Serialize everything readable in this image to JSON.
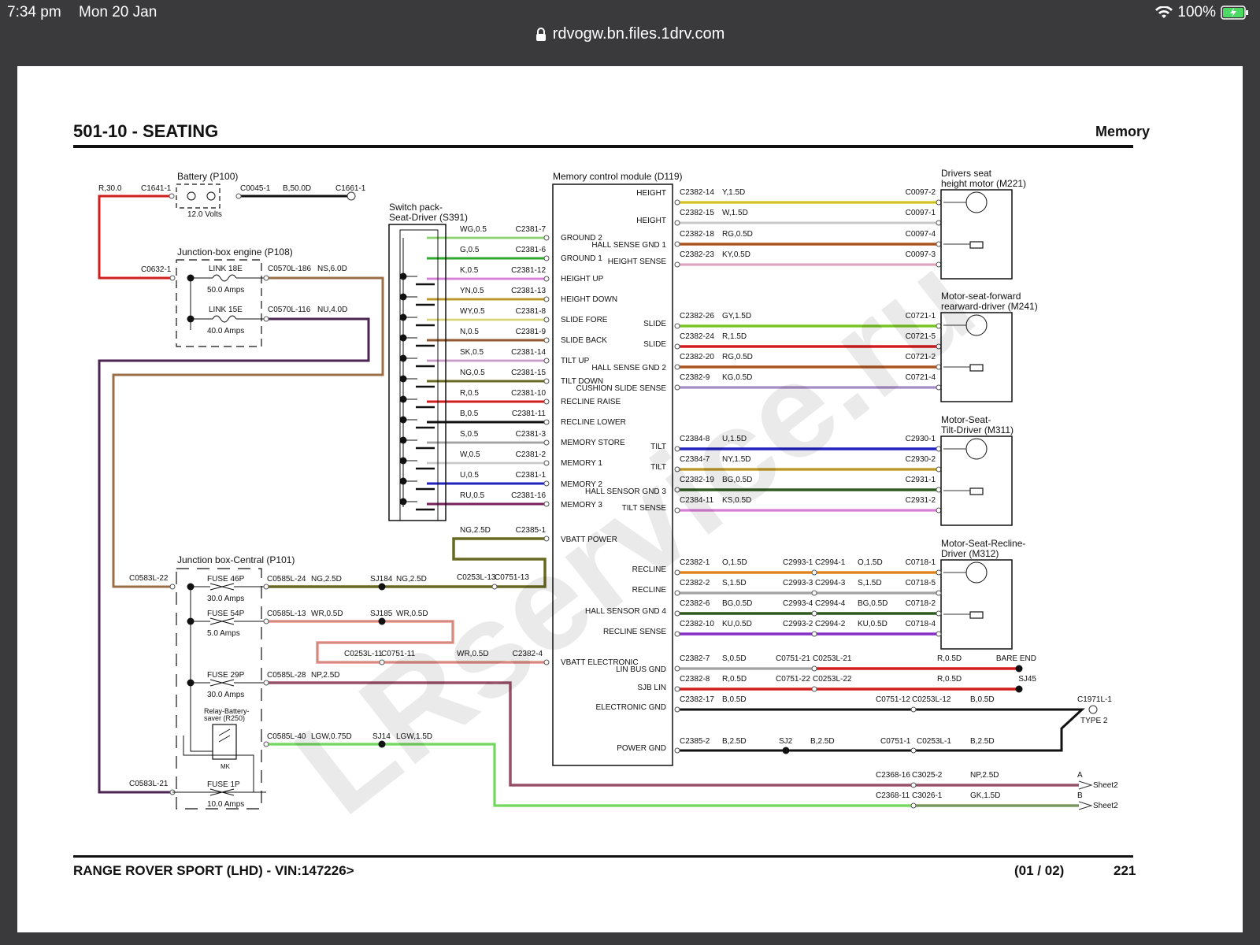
{
  "status": {
    "time": "7:34 pm",
    "date": "Mon 20 Jan",
    "battery": "100%",
    "icons": [
      "wifi-icon",
      "battery-charging-icon"
    ]
  },
  "browser": {
    "url": "rdvogw.bn.files.1drv.com",
    "icon": "lock-icon"
  },
  "doc": {
    "title": "501-10 - SEATING",
    "section": "Memory",
    "footer_left": "RANGE ROVER SPORT  (LHD) - VIN:147226>",
    "footer_pages": "(01 / 02)",
    "footer_num": "221",
    "watermark": "LRservice.ru"
  },
  "battery": {
    "title": "Battery (P100)",
    "volts": "12.0 Volts",
    "left_wire": "R,30.0",
    "left_conn": "C1641-1",
    "conn2": "C0045-1",
    "wire2": "B,50.0D",
    "conn3": "C1661-1"
  },
  "jbe": {
    "title": "Junction-box engine (P108)",
    "in_conn": "C0632-1",
    "links": [
      {
        "name": "LINK 18E",
        "amps": "50.0 Amps",
        "conn": "C0570L-186",
        "wire": "NS,6.0D"
      },
      {
        "name": "LINK 15E",
        "amps": "40.0 Amps",
        "conn": "C0570L-116",
        "wire": "NU,4.0D"
      }
    ]
  },
  "switchpack": {
    "title1": "Switch pack-",
    "title2": "Seat-Driver (S391)",
    "wires": [
      {
        "wire": "WG,0.5",
        "conn": "C2381-7",
        "color": "#9be37c"
      },
      {
        "wire": "G,0.5",
        "conn": "C2381-6",
        "color": "#2ab52a"
      },
      {
        "wire": "K,0.5",
        "conn": "C2381-12",
        "color": "#e98be9"
      },
      {
        "wire": "YN,0.5",
        "conn": "C2381-13",
        "color": "#c9a32a"
      },
      {
        "wire": "WY,0.5",
        "conn": "C2381-8",
        "color": "#e9e98a"
      },
      {
        "wire": "N,0.5",
        "conn": "C2381-9",
        "color": "#9a5a2a"
      },
      {
        "wire": "SK,0.5",
        "conn": "C2381-14",
        "color": "#d9a9d9"
      },
      {
        "wire": "NG,0.5",
        "conn": "C2381-15",
        "color": "#6b6b1e"
      },
      {
        "wire": "R,0.5",
        "conn": "C2381-10",
        "color": "#e01818"
      },
      {
        "wire": "B,0.5",
        "conn": "C2381-11",
        "color": "#111111"
      },
      {
        "wire": "S,0.5",
        "conn": "C2381-3",
        "color": "#b0b0b0"
      },
      {
        "wire": "W,0.5",
        "conn": "C2381-2",
        "color": "#dddddd"
      },
      {
        "wire": "U,0.5",
        "conn": "C2381-1",
        "color": "#1c1cc8"
      },
      {
        "wire": "RU,0.5",
        "conn": "C2381-16",
        "color": "#7a1a5a"
      }
    ]
  },
  "mcm": {
    "title": "Memory control module (D119)",
    "left_labels": [
      "GROUND 2",
      "GROUND 1",
      "HEIGHT UP",
      "HEIGHT DOWN",
      "SLIDE FORE",
      "SLIDE BACK",
      "TILT UP",
      "TILT DOWN",
      "RECLINE RAISE",
      "RECLINE LOWER",
      "MEMORY STORE",
      "MEMORY 1",
      "MEMORY 2",
      "MEMORY 3",
      "VBATT POWER",
      "VBATT ELECTRONIC"
    ],
    "right_labels": [
      "HEIGHT",
      "HEIGHT",
      "HALL SENSE GND 1",
      "HEIGHT SENSE",
      "SLIDE",
      "SLIDE",
      "HALL SENSE GND 2",
      "CUSHION SLIDE SENSE",
      "TILT",
      "TILT",
      "HALL SENSOR GND 3",
      "TILT SENSE",
      "RECLINE",
      "RECLINE",
      "HALL SENSOR GND 4",
      "RECLINE SENSE",
      "LIN BUS GND",
      "SJB LIN",
      "ELECTRONIC GND",
      "POWER GND"
    ]
  },
  "motor_wires": [
    {
      "conn": "C2382-14",
      "wire": "Y,1.5D",
      "end": "C0097-2",
      "color": "#e3d32a"
    },
    {
      "conn": "C2382-15",
      "wire": "W,1.5D",
      "end": "C0097-1",
      "color": "#dddddd"
    },
    {
      "conn": "C2382-18",
      "wire": "RG,0.5D",
      "end": "C0097-4",
      "color": "#b5541a"
    },
    {
      "conn": "C2382-23",
      "wire": "KY,0.5D",
      "end": "C0097-3",
      "color": "#f2b5cf"
    },
    {
      "conn": "C2382-26",
      "wire": "GY,1.5D",
      "end": "C0721-1",
      "color": "#7ed321"
    },
    {
      "conn": "C2382-24",
      "wire": "R,1.5D",
      "end": "C0721-5",
      "color": "#e01818"
    },
    {
      "conn": "C2382-20",
      "wire": "RG,0.5D",
      "end": "C0721-2",
      "color": "#b5541a"
    },
    {
      "conn": "C2382-9",
      "wire": "KG,0.5D",
      "end": "C0721-4",
      "color": "#b39ad6"
    },
    {
      "conn": "C2384-8",
      "wire": "U,1.5D",
      "end": "C2930-1",
      "color": "#1c1cc8"
    },
    {
      "conn": "C2384-7",
      "wire": "NY,1.5D",
      "end": "C2930-2",
      "color": "#c9a32a"
    },
    {
      "conn": "C2382-19",
      "wire": "BG,0.5D",
      "end": "C2931-1",
      "color": "#2a5a1a"
    },
    {
      "conn": "C2384-11",
      "wire": "KS,0.5D",
      "end": "C2931-2",
      "color": "#e98be9"
    }
  ],
  "recline_wires": [
    {
      "conn": "C2382-1",
      "wire": "O,1.5D",
      "mid1": "C2993-1",
      "mid2": "C2994-1",
      "wire2": "O,1.5D",
      "end": "C0718-1",
      "color": "#f08a1a"
    },
    {
      "conn": "C2382-2",
      "wire": "S,1.5D",
      "mid1": "C2993-3",
      "mid2": "C2994-3",
      "wire2": "S,1.5D",
      "end": "C0718-5",
      "color": "#b0b0b0"
    },
    {
      "conn": "C2382-6",
      "wire": "BG,0.5D",
      "mid1": "C2993-4",
      "mid2": "C2994-4",
      "wire2": "BG,0.5D",
      "end": "C0718-2",
      "color": "#2a5a1a"
    },
    {
      "conn": "C2382-10",
      "wire": "KU,0.5D",
      "mid1": "C2993-2",
      "mid2": "C2994-2",
      "wire2": "KU,0.5D",
      "end": "C0718-4",
      "color": "#8a2ad6"
    }
  ],
  "lin_wires": [
    {
      "conn": "C2382-7",
      "wire": "S,0.5D",
      "mid1": "C0751-21",
      "mid2": "C0253L-21",
      "wire2": "R,0.5D",
      "end": "BARE END"
    },
    {
      "conn": "C2382-8",
      "wire": "R,0.5D",
      "mid1": "C0751-22",
      "mid2": "C0253L-22",
      "wire2": "R,0.5D",
      "end": "SJ45"
    }
  ],
  "gnd": {
    "egnd": {
      "conn": "C2382-17",
      "wire": "B,0.5D",
      "mid1": "C0751-12",
      "mid2": "C0253L-12",
      "wire2": "B,0.5D",
      "end": "C1971L-1",
      "type": "TYPE 2"
    },
    "pgnd": {
      "conn": "C2385-2",
      "wire": "B,2.5D",
      "sj": "SJ2",
      "wire_b": "B,2.5D",
      "mid1": "C0751-1",
      "mid2": "C0253L-1",
      "wire2": "B,2.5D"
    }
  },
  "motors": [
    {
      "l1": "Drivers seat",
      "l2": "height motor (M221)"
    },
    {
      "l1": "Motor-seat-forward",
      "l2": "rearward-driver (M241)"
    },
    {
      "l1": "Motor-Seat-",
      "l2": "Tilt-Driver (M311)"
    },
    {
      "l1": "Motor-Seat-Recline-",
      "l2": "Driver (M312)"
    }
  ],
  "jbc": {
    "title": "Junction box-Central (P101)",
    "in_conn": "C0583L-22",
    "in_conn2": "C0583L-21",
    "fuses": [
      {
        "name": "FUSE 46P",
        "amps": "30.0 Amps",
        "conn": "C0585L-24",
        "wire": "NG,2.5D",
        "sj": "SJ184",
        "wire2": "NG,2.5D"
      },
      {
        "name": "FUSE 54P",
        "amps": "5.0 Amps",
        "conn": "C0585L-13",
        "wire": "WR,0.5D",
        "sj": "SJ185",
        "wire2": "WR,0.5D"
      },
      {
        "name": "FUSE 29P",
        "amps": "30.0 Amps",
        "conn": "C0585L-28",
        "wire": "NP,2.5D"
      },
      {
        "name": "FUSE 1P",
        "amps": "10.0 Amps"
      }
    ],
    "relay1": "Relay-Battery-",
    "relay2": "saver (R250)",
    "relay_mk": "MK",
    "relay_conn": "C0585L-40",
    "relay_wire": "LGW,0.75D",
    "relay_sj": "SJ14",
    "relay_wire2": "LGW,1.5D"
  },
  "vbatt": {
    "wire": "NG,2.5D",
    "conn": "C2385-1",
    "mid1": "C0253L-13",
    "mid2": "C0751-13"
  },
  "velec": {
    "mid1": "C0253L-11",
    "mid2": "C0751-11",
    "wire": "WR,0.5D",
    "conn": "C2382-4"
  },
  "sheets": [
    {
      "conn": "C2368-16",
      "mid": "C3025-2",
      "wire": "NP,2.5D",
      "tag": "A",
      "label": "Sheet2"
    },
    {
      "conn": "C2368-11",
      "mid": "C3026-1",
      "wire": "GK,1.5D",
      "tag": "B",
      "label": "Sheet2"
    }
  ]
}
